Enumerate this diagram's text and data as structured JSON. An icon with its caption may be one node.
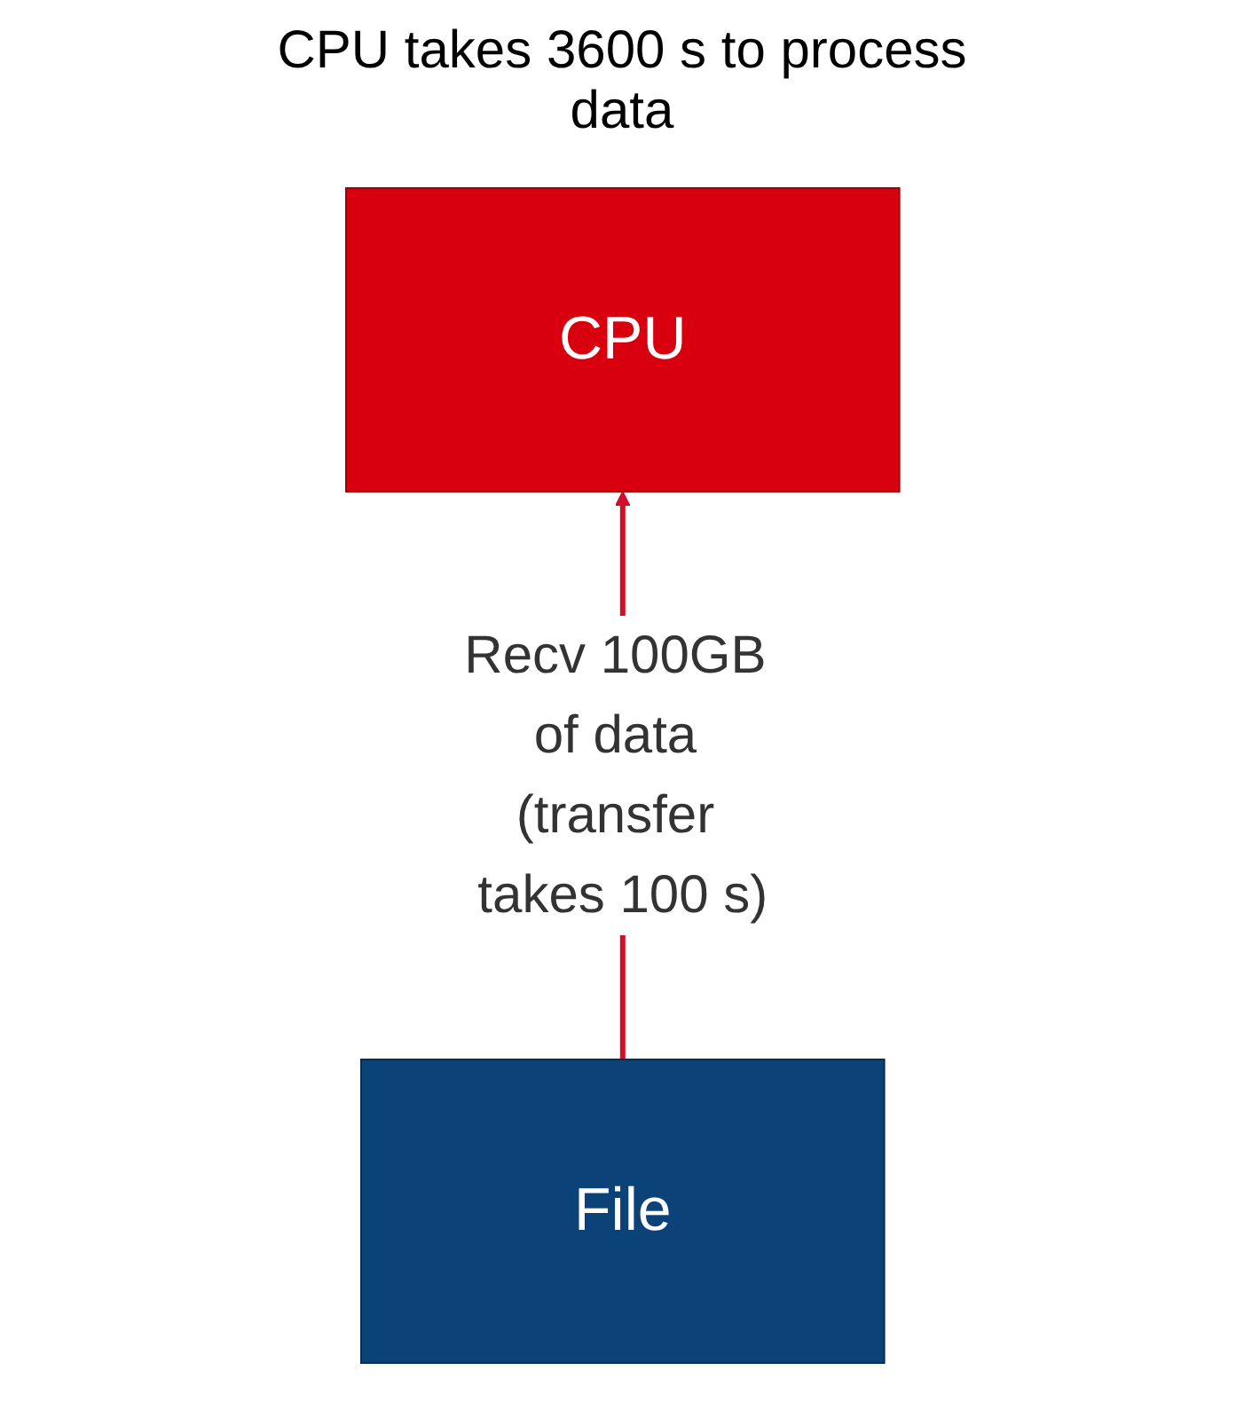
{
  "diagram": {
    "nodes": [
      {
        "text": [
          "CPU"
        ],
        "beside": [
          "CPU takes 3600 s to process data"
        ]
      },
      {
        "text": [
          "File"
        ]
      }
    ],
    "edges": [
      {
        "from": 1,
        "to": 0,
        "arrow": "to",
        "label": "Recv 100GB of data (transfer takes 100 s)",
        "color": "#d0102a"
      }
    ]
  }
}
